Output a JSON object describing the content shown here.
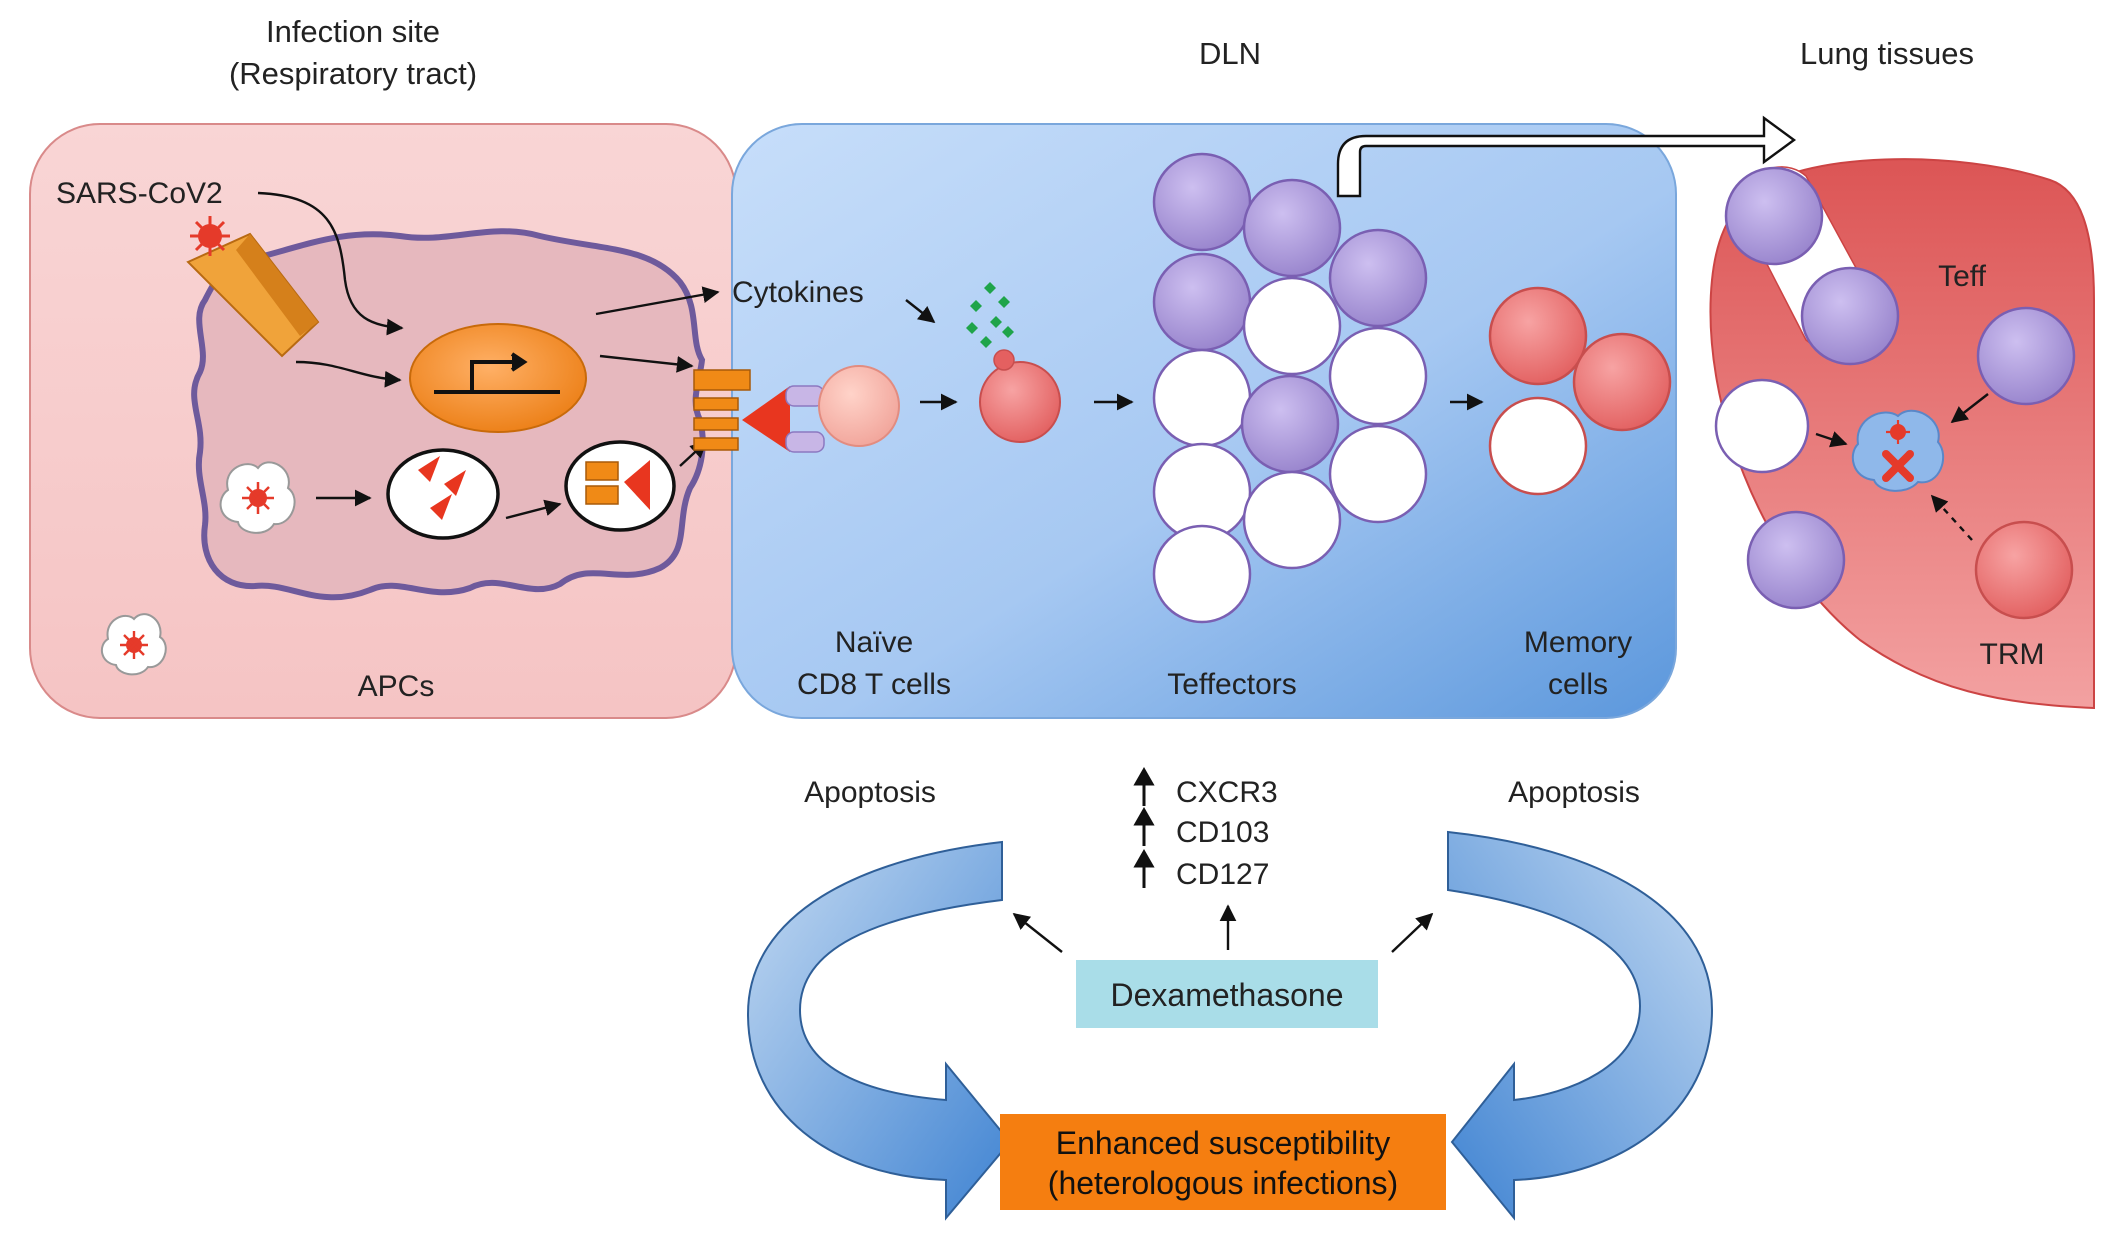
{
  "headers": {
    "infection_site_line1": "Infection site",
    "infection_site_line2": "(Respiratory tract)",
    "dln": "DLN",
    "lung_tissues": "Lung tissues"
  },
  "labels": {
    "sars_cov2": "SARS-CoV2",
    "apcs": "APCs",
    "cytokines": "Cytokines",
    "naive_line1": "Naïve",
    "naive_line2": "CD8 T cells",
    "teffectors": "Teffectors",
    "memory_line1": "Memory",
    "memory_line2": "cells",
    "teff": "Teff",
    "trm": "TRM",
    "apoptosis_left": "Apoptosis",
    "apoptosis_right": "Apoptosis",
    "marker_cxcr3": "CXCR3",
    "marker_cd103": "CD103",
    "marker_cd127": "CD127",
    "dexamethasone": "Dexamethasone",
    "enhanced_line1": "Enhanced susceptibility",
    "enhanced_line2": "(heterologous infections)"
  },
  "colors": {
    "infection_panel": "#f8d2d2",
    "dln_panel_light": "#b9d5f7",
    "dln_panel_dark": "#5f9ade",
    "lung_tissue": "#e36a6a",
    "purple_cell": "#a996d8",
    "memory_cell": "#ea6f6f",
    "apc_membrane": "#6e5a9c",
    "nucleus_orange": "#f2891e",
    "dexamethasone_box": "#aee0ea",
    "enhanced_box": "#f57e10",
    "curve_arrow": "#4f8fd6"
  }
}
